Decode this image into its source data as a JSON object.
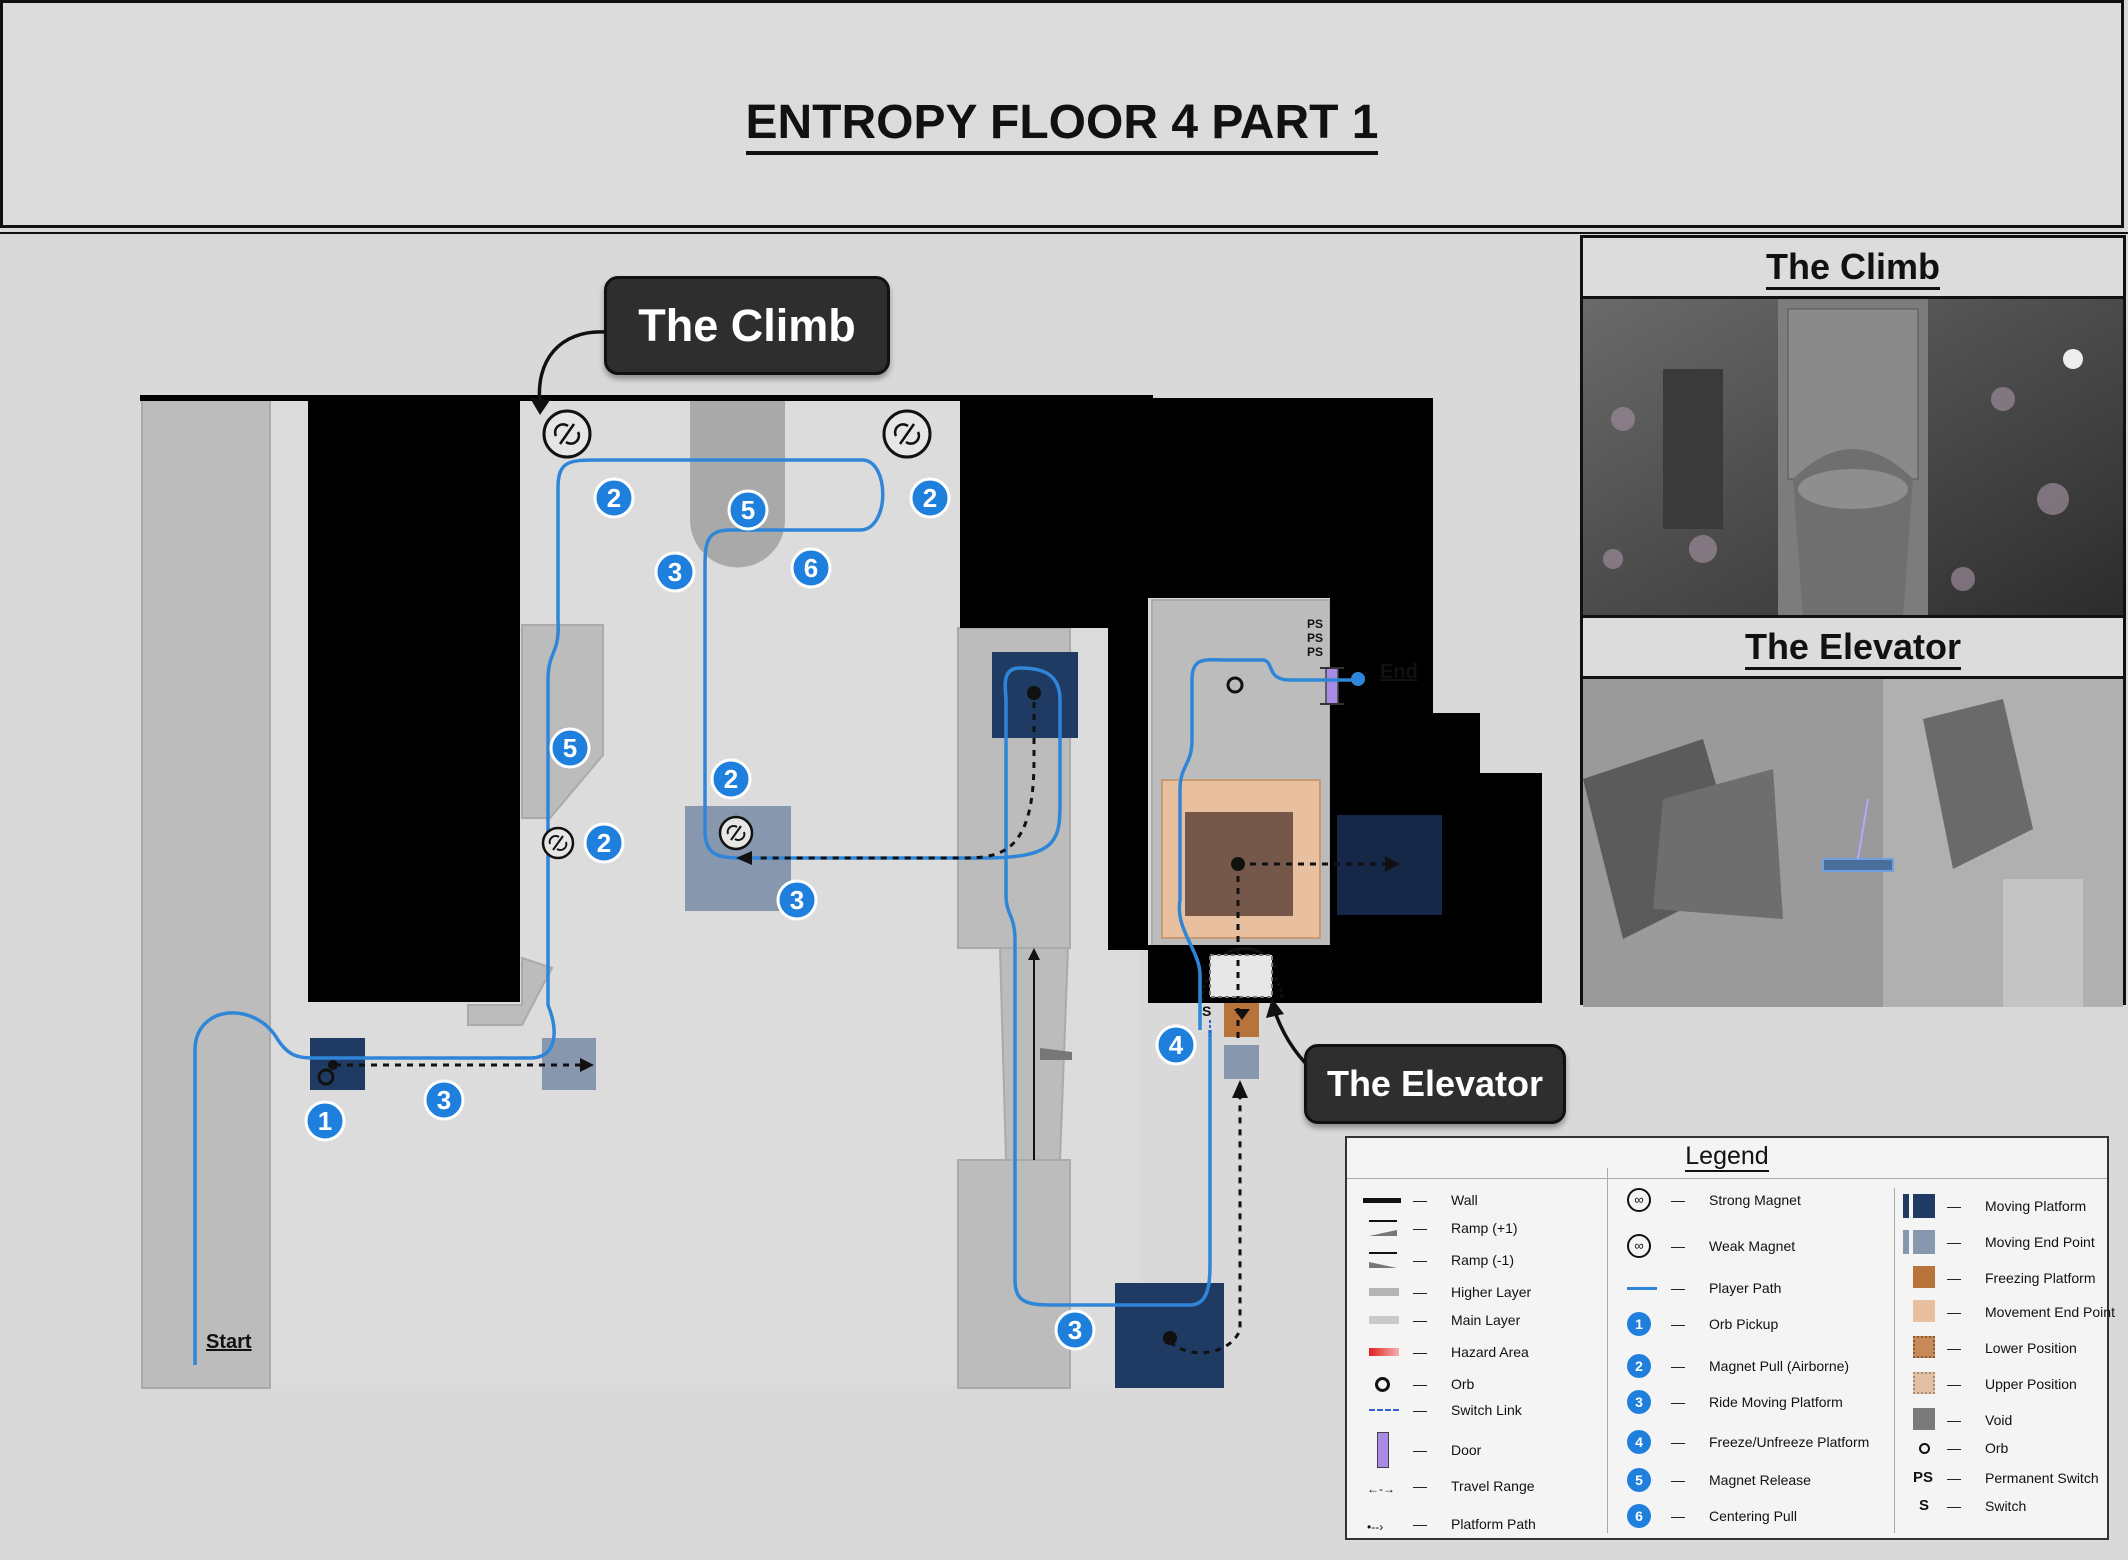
{
  "title": "ENTROPY FLOOR 4 PART 1",
  "callouts": {
    "climb": "The Climb",
    "elevator": "The Elevator"
  },
  "panels": {
    "climb": "The Climb",
    "elevator": "The Elevator"
  },
  "map_labels": {
    "start": "Start",
    "end": "End",
    "ps1": "PS",
    "ps2": "PS",
    "ps3": "PS",
    "switch": "S"
  },
  "markers": [
    {
      "n": "1"
    },
    {
      "n": "2"
    },
    {
      "n": "2"
    },
    {
      "n": "2"
    },
    {
      "n": "2"
    },
    {
      "n": "3"
    },
    {
      "n": "3"
    },
    {
      "n": "3"
    },
    {
      "n": "3"
    },
    {
      "n": "4"
    },
    {
      "n": "5"
    },
    {
      "n": "5"
    },
    {
      "n": "6"
    }
  ],
  "legend": {
    "title": "Legend",
    "col1": [
      "Wall",
      "Ramp (+1)",
      "Ramp (-1)",
      "Higher Layer",
      "Main Layer",
      "Hazard Area",
      "Orb",
      "Switch Link",
      "Door",
      "Travel Range",
      "Platform Path"
    ],
    "col2": [
      "Strong Magnet",
      "Weak Magnet",
      "Player Path",
      "Orb Pickup",
      "Magnet Pull (Airborne)",
      "Ride Moving Platform",
      "Freeze/Unfreeze Platform",
      "Magnet Release",
      "Centering Pull"
    ],
    "col2_nums": [
      "1",
      "2",
      "3",
      "4",
      "5",
      "6"
    ],
    "col3": [
      "Moving Platform",
      "Moving End Point",
      "Freezing Platform",
      "Movement End Point",
      "Lower Position",
      "Upper Position",
      "Void",
      "Orb",
      "Permanent Switch",
      "Switch"
    ],
    "col3_syms": [
      "PS",
      "S"
    ]
  },
  "colors": {
    "wall": "#000000",
    "higher_layer": "#b5b5b5",
    "main_layer": "#c9c9c9",
    "player_path": "#2f86d8",
    "marker": "#1e7fdd",
    "moving_platform": "#1f3a63",
    "moving_end_point": "#8797ad",
    "freezing_platform": "#b8733a",
    "movement_end_point": "#e8c0a0",
    "door": "#a98be6"
  },
  "icons": [
    "magnet-icon",
    "orb-icon",
    "chevron-down-icon"
  ]
}
